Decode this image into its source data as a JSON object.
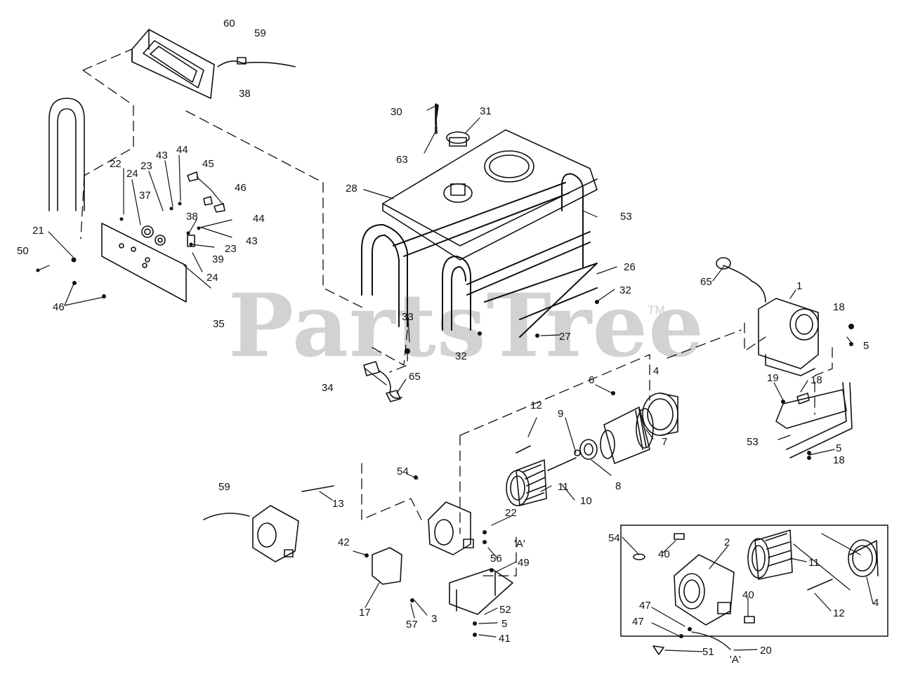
{
  "watermark": {
    "text": "PartsTree",
    "trademark": "TM"
  },
  "callouts": [
    {
      "id": "c60",
      "text": "60"
    },
    {
      "id": "c59a",
      "text": "59"
    },
    {
      "id": "c38a",
      "text": "38"
    },
    {
      "id": "c30",
      "text": "30"
    },
    {
      "id": "c31",
      "text": "31"
    },
    {
      "id": "c63",
      "text": "63"
    },
    {
      "id": "c22a",
      "text": "22"
    },
    {
      "id": "c24a",
      "text": "24"
    },
    {
      "id": "c23a",
      "text": "23"
    },
    {
      "id": "c43a",
      "text": "43"
    },
    {
      "id": "c44a",
      "text": "44"
    },
    {
      "id": "c45",
      "text": "45"
    },
    {
      "id": "c46a",
      "text": "46"
    },
    {
      "id": "c37",
      "text": "37"
    },
    {
      "id": "c28",
      "text": "28"
    },
    {
      "id": "c53a",
      "text": "53"
    },
    {
      "id": "c38b",
      "text": "38"
    },
    {
      "id": "c44b",
      "text": "44"
    },
    {
      "id": "c43b",
      "text": "43"
    },
    {
      "id": "c21",
      "text": "21"
    },
    {
      "id": "c23b",
      "text": "23"
    },
    {
      "id": "c39",
      "text": "39"
    },
    {
      "id": "c50",
      "text": "50"
    },
    {
      "id": "c24b",
      "text": "24"
    },
    {
      "id": "c46b",
      "text": "46"
    },
    {
      "id": "c35",
      "text": "35"
    },
    {
      "id": "c26",
      "text": "26"
    },
    {
      "id": "c32a",
      "text": "32"
    },
    {
      "id": "c65a",
      "text": "65"
    },
    {
      "id": "c1",
      "text": "1"
    },
    {
      "id": "c18a",
      "text": "18"
    },
    {
      "id": "c5a",
      "text": "5"
    },
    {
      "id": "c33",
      "text": "33"
    },
    {
      "id": "c27",
      "text": "27"
    },
    {
      "id": "c32b",
      "text": "32"
    },
    {
      "id": "c34",
      "text": "34"
    },
    {
      "id": "c65b",
      "text": "65"
    },
    {
      "id": "c6",
      "text": "6"
    },
    {
      "id": "c4a",
      "text": "4"
    },
    {
      "id": "c19",
      "text": "19"
    },
    {
      "id": "c18b",
      "text": "18"
    },
    {
      "id": "c12a",
      "text": "12"
    },
    {
      "id": "c9",
      "text": "9"
    },
    {
      "id": "c7",
      "text": "7"
    },
    {
      "id": "c53b",
      "text": "53"
    },
    {
      "id": "c5b",
      "text": "5"
    },
    {
      "id": "c18c",
      "text": "18"
    },
    {
      "id": "c8",
      "text": "8"
    },
    {
      "id": "c59b",
      "text": "59"
    },
    {
      "id": "c54a",
      "text": "54"
    },
    {
      "id": "c13",
      "text": "13"
    },
    {
      "id": "c10",
      "text": "10"
    },
    {
      "id": "c11a",
      "text": "11"
    },
    {
      "id": "c22b",
      "text": "22"
    },
    {
      "id": "c42",
      "text": "42"
    },
    {
      "id": "cA1",
      "text": "'A'"
    },
    {
      "id": "c56",
      "text": "56"
    },
    {
      "id": "c49",
      "text": "49"
    },
    {
      "id": "c17",
      "text": "17"
    },
    {
      "id": "c3",
      "text": "3"
    },
    {
      "id": "c57",
      "text": "57"
    },
    {
      "id": "c52",
      "text": "52"
    },
    {
      "id": "c5c",
      "text": "5"
    },
    {
      "id": "c41",
      "text": "41"
    },
    {
      "id": "c54b",
      "text": "54"
    },
    {
      "id": "c40a",
      "text": "40"
    },
    {
      "id": "c2",
      "text": "2"
    },
    {
      "id": "c11b",
      "text": "11"
    },
    {
      "id": "c40b",
      "text": "40"
    },
    {
      "id": "c47a",
      "text": "47"
    },
    {
      "id": "c47b",
      "text": "47"
    },
    {
      "id": "c12b",
      "text": "12"
    },
    {
      "id": "c4b",
      "text": "4"
    },
    {
      "id": "c51",
      "text": "51"
    },
    {
      "id": "cA2",
      "text": "'A'"
    },
    {
      "id": "c20",
      "text": "20"
    }
  ]
}
